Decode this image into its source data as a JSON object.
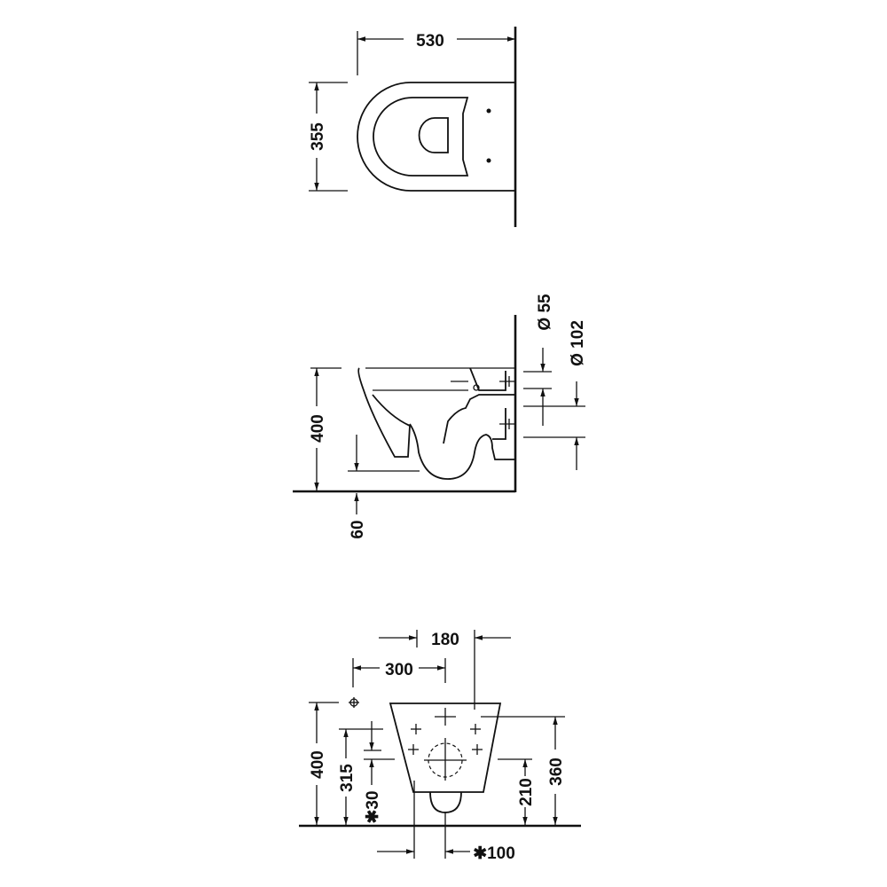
{
  "top_view": {
    "width_label": "530",
    "depth_label": "355"
  },
  "side_view": {
    "dia_small_label": "Ø 55",
    "dia_large_label": "Ø 102",
    "height_label": "400",
    "floor_offset_label": "60"
  },
  "front_view": {
    "dim_180": "180",
    "dim_300": "300",
    "dim_400": "400",
    "dim_315": "315",
    "dim_30": "✱30",
    "dim_210": "210",
    "dim_360": "360",
    "dim_100": "✱100"
  }
}
